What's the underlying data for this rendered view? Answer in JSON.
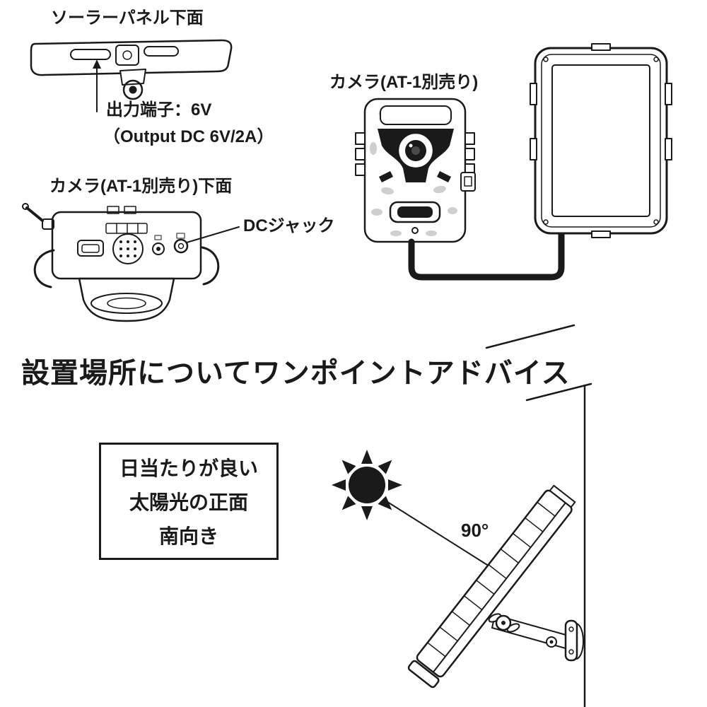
{
  "page": {
    "background": "#ffffff",
    "ink": "#1a1a1a"
  },
  "top_left": {
    "caption": "ソーラーパネル下面",
    "output_label_line1": "出力端子：6V",
    "output_label_line2": "（Output DC 6V/2A）"
  },
  "mid_left": {
    "caption": "カメラ(AT-1別売り)下面",
    "dc_jack_label": "DCジャック"
  },
  "top_right": {
    "camera_label": "カメラ(AT-1別売り)"
  },
  "advice": {
    "heading": "設置場所についてワンポイントアドバイス",
    "box_lines": [
      "日当たりが良い",
      "太陽光の正面",
      "南向き"
    ],
    "angle_label": "90°"
  }
}
